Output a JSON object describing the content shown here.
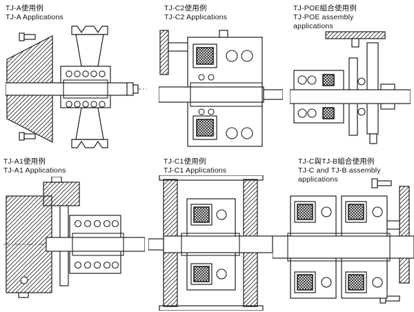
{
  "page": {
    "background": "#ffffff",
    "ink_color": "#1b1b1b",
    "description": "Catalog page of six mechanical cross-section application drawings for TJ series clutches"
  },
  "panels": [
    {
      "id": "tj-a",
      "lines": [
        "TJ-A使用例",
        "TJ-A Applications",
        ""
      ]
    },
    {
      "id": "tj-c2",
      "lines": [
        "TJ-C2使用例",
        "TJ-C2 Applications",
        ""
      ]
    },
    {
      "id": "tj-poe",
      "lines": [
        "TJ-POE組合使用例",
        "TJ-POE assembly",
        "applications"
      ]
    },
    {
      "id": "tj-a1",
      "lines": [
        "TJ-A1使用例",
        "TJ-A1 Applications",
        ""
      ]
    },
    {
      "id": "tj-c1",
      "lines": [
        "TJ-C1使用例",
        "TJ-C1 Applications",
        ""
      ]
    },
    {
      "id": "tj-c-b",
      "lines": [
        "TJ-C與TJ-B組合使用例",
        "TJ-C and TJ-B assembly",
        "applications"
      ]
    }
  ]
}
